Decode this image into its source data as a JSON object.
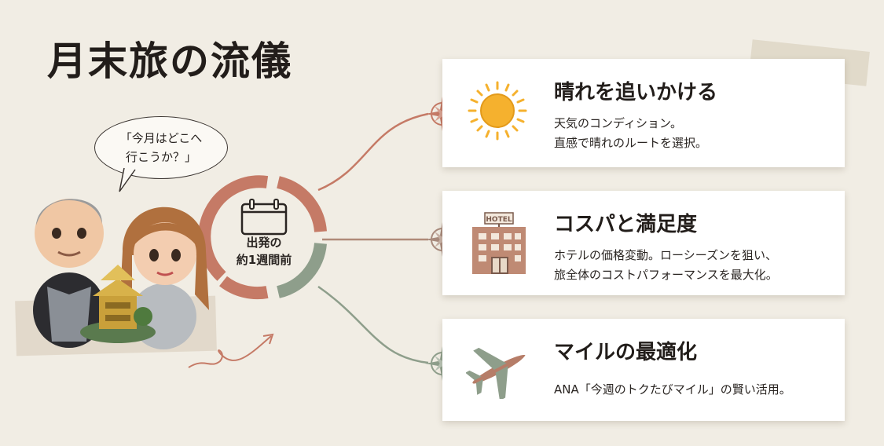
{
  "title": "月末旅の流儀",
  "speech_bubble": {
    "line1": "「今月はどこへ",
    "line2": "行こうか？」"
  },
  "hub": {
    "line1": "出発の",
    "line2": "約1週間前"
  },
  "cards": [
    {
      "title": "晴れを追いかける",
      "desc_line1": "天気のコンディション。",
      "desc_line2": "直感で晴れのルートを選択。",
      "icon": "sun-icon"
    },
    {
      "title": "コスパと満足度",
      "desc_line1": "ホテルの価格変動。ローシーズンを狙い、",
      "desc_line2": "旅全体のコストパフォーマンスを最大化。",
      "icon": "hotel-icon",
      "icon_label": "HOTEL"
    },
    {
      "title": "マイルの最適化",
      "desc_line1": "ANA「今週のトクたびマイル」の賢い活用。",
      "icon": "airplane-icon"
    }
  ],
  "colors": {
    "terracotta": "#c57a66",
    "sage": "#8e9e8b",
    "background": "#f1ede4",
    "sun": "#f5b12e"
  }
}
